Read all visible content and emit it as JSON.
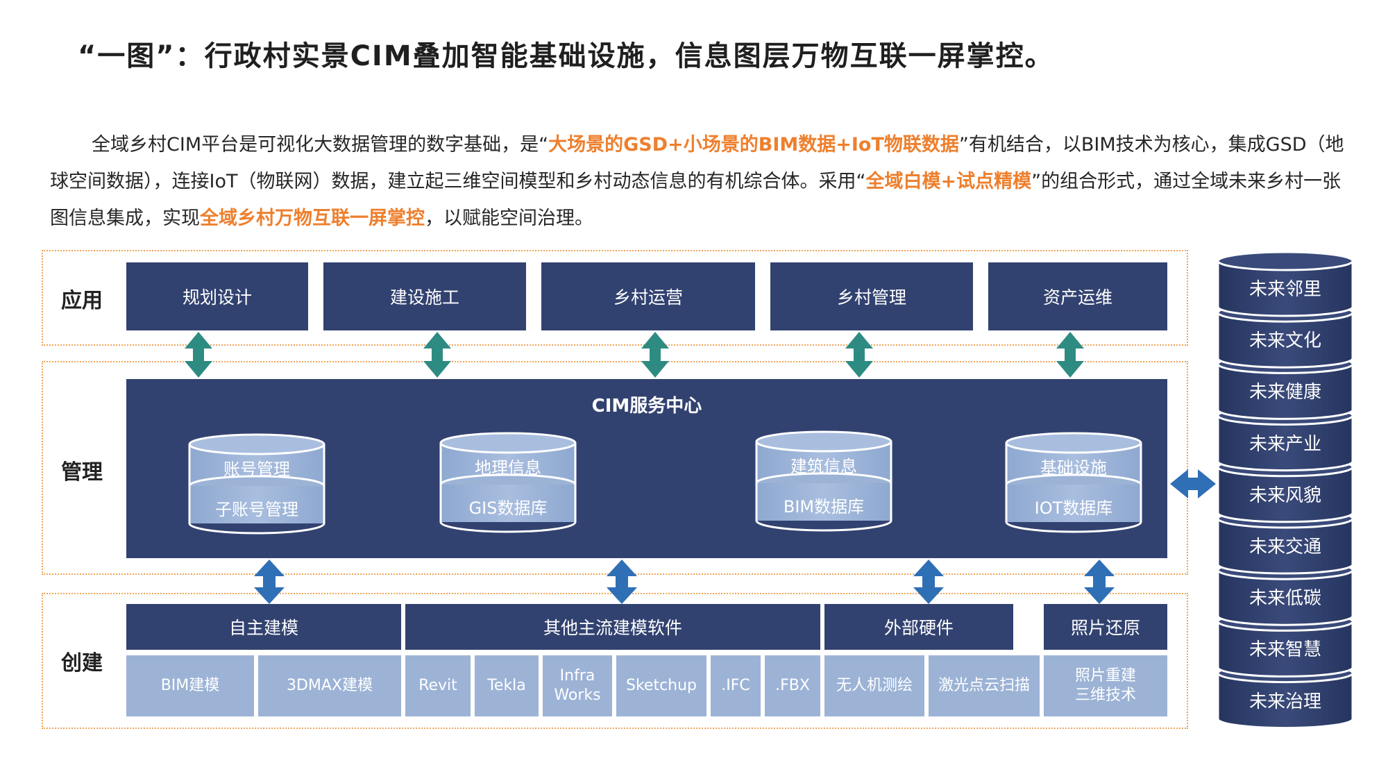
{
  "title": "“一图”：行政村实景CIM叠加智能基础设施，信息图层万物互联一屏掌控。",
  "intro": {
    "s1": "全域乡村CIM平台是可视化大数据管理的数字基础，是“",
    "h1": "大场景的GSD+小场景的BIM数据+IoT物联数据",
    "s2": "”有机结合，以BIM技术为核心，集成GSD（地球空间数据），连接IoT（物联网）数据，建立起三维空间模型和乡村动态信息的有机综合体。采用“",
    "h2": "全域白模+试点精模",
    "s3": "”的组合形式，通过全域未来乡村一张图信息集成，实现",
    "h3": "全域乡村万物互联一屏掌控",
    "s4": "，以赋能空间治理。"
  },
  "sections": {
    "app": "应用",
    "mgmt": "管理",
    "create": "创建"
  },
  "app_boxes": [
    "规划设计",
    "建设施工",
    "乡村运营",
    "乡村管理",
    "资产运维"
  ],
  "cim": {
    "title": "CIM服务中心",
    "databases": [
      {
        "top": "账号管理",
        "bottom": "子账号管理"
      },
      {
        "top": "地理信息",
        "bottom": "GIS数据库"
      },
      {
        "top": "建筑信息",
        "bottom": "BIM数据库"
      },
      {
        "top": "基础设施",
        "bottom": "IOT数据库"
      }
    ]
  },
  "create_headers": [
    "自主建模",
    "其他主流建模软件",
    "外部硬件",
    "照片还原"
  ],
  "create_items": [
    "BIM建模",
    "3DMAX建模",
    "Revit",
    "Tekla",
    "Infra\nWorks",
    "Sketchup",
    ".IFC",
    ".FBX",
    "无人机测绘",
    "激光点云扫描",
    "照片重建\n三维技术"
  ],
  "future_stack": [
    "未来邻里",
    "未来文化",
    "未来健康",
    "未来产业",
    "未来风貌",
    "未来交通",
    "未来低碳",
    "未来智慧",
    "未来治理"
  ],
  "colors": {
    "navy": "#324270",
    "light_blue": "#9cb3d6",
    "teal_arrow": "#2e8b82",
    "blue_arrow": "#2f6fb5",
    "highlight": "#ee7f2d",
    "dotted_border": "#f0a35a"
  }
}
